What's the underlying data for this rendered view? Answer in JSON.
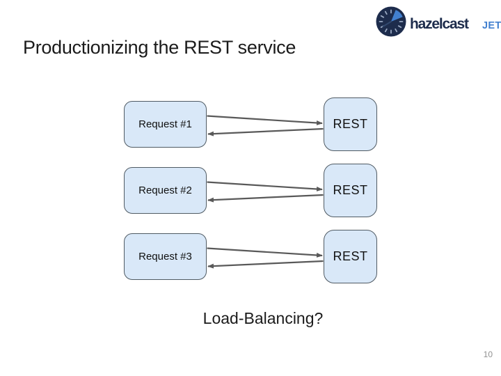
{
  "slide": {
    "title": "Productionizing the REST service",
    "caption": "Load-Balancing?",
    "page_number": "10"
  },
  "logo": {
    "brand": "hazelcast",
    "product": "JET"
  },
  "diagram": {
    "rows": [
      {
        "request_label": "Request #1",
        "service_label": "REST"
      },
      {
        "request_label": "Request #2",
        "service_label": "REST"
      },
      {
        "request_label": "Request #3",
        "service_label": "REST"
      }
    ]
  },
  "theme": {
    "box_fill": "#d9e8f8",
    "box_border": "#4f5a63",
    "arrow_color": "#595959",
    "title_color": "#1b1b1b",
    "page_number_color": "#909090",
    "logo_navy": "#1d2c4c",
    "logo_blue": "#4280cf"
  }
}
